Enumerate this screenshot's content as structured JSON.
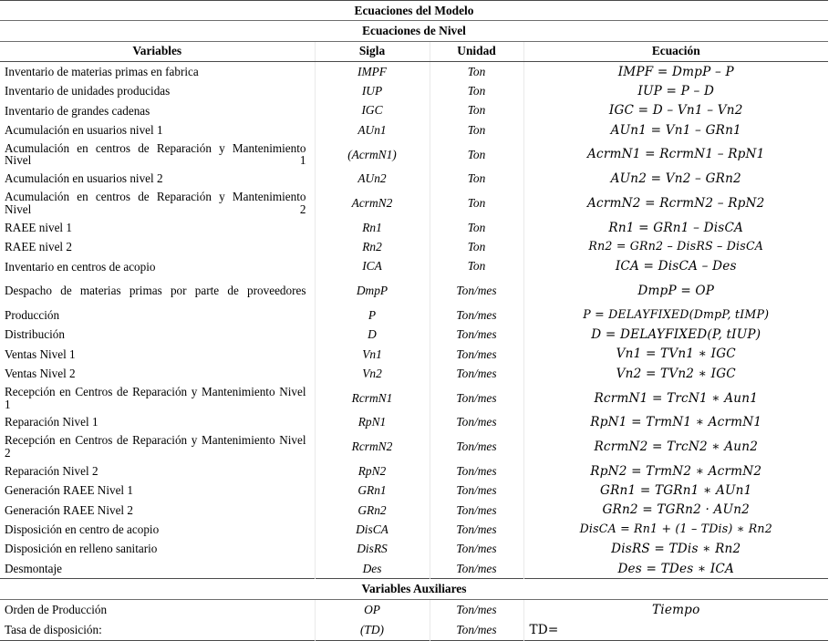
{
  "document": {
    "title": "Ecuaciones del Modelo",
    "section_level": "Ecuaciones de Nivel",
    "section_aux": "Variables Auxiliares"
  },
  "columns": {
    "variables": "Variables",
    "sigla": "Sigla",
    "unidad": "Unidad",
    "ecuacion": "Ecuación"
  },
  "units": {
    "ton": "Ton",
    "ton_mes": "Ton/mes"
  },
  "level_rows": [
    {
      "variable": "Inventario de materias primas en fabrica",
      "sigla": "IMPF",
      "unidad": "Ton",
      "ecuacion": "IMPF = DmpP – P"
    },
    {
      "variable": "Inventario de unidades producidas",
      "sigla": "IUP",
      "unidad": "Ton",
      "ecuacion": "IUP = P – D"
    },
    {
      "variable": "Inventario de grandes cadenas",
      "sigla": "IGC",
      "unidad": "Ton",
      "ecuacion": "IGC = D – Vn1 – Vn2"
    },
    {
      "variable": "Acumulación en usuarios nivel 1",
      "sigla": "AUn1",
      "unidad": "Ton",
      "ecuacion": "AUn1 = Vn1 – GRn1"
    },
    {
      "variable": "Acumulación en centros de Reparación y Mantenimiento Nivel 1",
      "sigla": "(AcrmN1)",
      "unidad": "Ton",
      "ecuacion": "AcrmN1 = RcrmN1 – RpN1"
    },
    {
      "variable": "Acumulación en usuarios nivel 2",
      "sigla": "AUn2",
      "unidad": "Ton",
      "ecuacion": "AUn2 = Vn2 – GRn2"
    },
    {
      "variable": "Acumulación en centros de Reparación y Mantenimiento Nivel 2",
      "sigla": "AcrmN2",
      "unidad": "Ton",
      "ecuacion": "AcrmN2 = RcrmN2 – RpN2"
    },
    {
      "variable": "RAEE nivel 1",
      "sigla": "Rn1",
      "unidad": "Ton",
      "ecuacion": "Rn1 = GRn1 – DisCA"
    },
    {
      "variable": "RAEE nivel 2",
      "sigla": "Rn2",
      "unidad": "Ton",
      "ecuacion": "Rn2 = GRn2 – DisRS – DisCA"
    },
    {
      "variable": "Inventario en centros de acopio",
      "sigla": "ICA",
      "unidad": "Ton",
      "ecuacion": "ICA = DisCA – Des"
    },
    {
      "variable": "Despacho de materias primas por parte de proveedores",
      "sigla": "DmpP",
      "unidad": "Ton/mes",
      "ecuacion": "DmpP = OP"
    },
    {
      "variable": "Producción",
      "sigla": "P",
      "unidad": "Ton/mes",
      "ecuacion": "P = DELAYFIXED(DmpP, tIMP)"
    },
    {
      "variable": "Distribución",
      "sigla": "D",
      "unidad": "Ton/mes",
      "ecuacion": "D = DELAYFIXED(P, tIUP)"
    },
    {
      "variable": "Ventas Nivel 1",
      "sigla": "Vn1",
      "unidad": "Ton/mes",
      "ecuacion": "Vn1 = TVn1 ∗ IGC"
    },
    {
      "variable": "Ventas Nivel 2",
      "sigla": "Vn2",
      "unidad": "Ton/mes",
      "ecuacion": "Vn2 = TVn2 ∗ IGC"
    },
    {
      "variable": "Recepción en Centros de Reparación y Mantenimiento Nivel 1",
      "sigla": "RcrmN1",
      "unidad": "Ton/mes",
      "ecuacion": "RcrmN1 = TrcN1 ∗ Aun1"
    },
    {
      "variable": "Reparación Nivel 1",
      "sigla": "RpN1",
      "unidad": "Ton/mes",
      "ecuacion": "RpN1 = TrmN1 ∗ AcrmN1"
    },
    {
      "variable": "Recepción en Centros de Reparación y Mantenimiento Nivel 2",
      "sigla": "RcrmN2",
      "unidad": "Ton/mes",
      "ecuacion": "RcrmN2 = TrcN2 ∗ Aun2"
    },
    {
      "variable": "Reparación Nivel 2",
      "sigla": "RpN2",
      "unidad": "Ton/mes",
      "ecuacion": "RpN2 = TrmN2 ∗ AcrmN2"
    },
    {
      "variable": "Generación RAEE Nivel 1",
      "sigla": "GRn1",
      "unidad": "Ton/mes",
      "ecuacion": "GRn1 = TGRn1 ∗ AUn1"
    },
    {
      "variable": "Generación RAEE Nivel 2",
      "sigla": "GRn2",
      "unidad": "Ton/mes",
      "ecuacion": "GRn2 = TGRn2 · AUn2"
    },
    {
      "variable": "Disposición en centro de acopio",
      "sigla": "DisCA",
      "unidad": "Ton/mes",
      "ecuacion": "DisCA = Rn1 + (1 – TDis) ∗ Rn2"
    },
    {
      "variable": "Disposición en relleno sanitario",
      "sigla": "DisRS",
      "unidad": "Ton/mes",
      "ecuacion": "DisRS = TDis ∗ Rn2"
    },
    {
      "variable": "Desmontaje",
      "sigla": "Des",
      "unidad": "Ton/mes",
      "ecuacion": "Des = TDes ∗ ICA"
    }
  ],
  "aux_rows": [
    {
      "variable": "Orden de Producción",
      "sigla": "OP",
      "unidad": "Ton/mes",
      "ecuacion": "Tiempo"
    },
    {
      "variable": "Tasa de disposición:",
      "sigla": "(TD)",
      "unidad": "Ton/mes",
      "ecuacion": "TD="
    }
  ],
  "style": {
    "rule_color": "#4a4a4a",
    "text_color": "#000000",
    "background": "#ffffff"
  }
}
